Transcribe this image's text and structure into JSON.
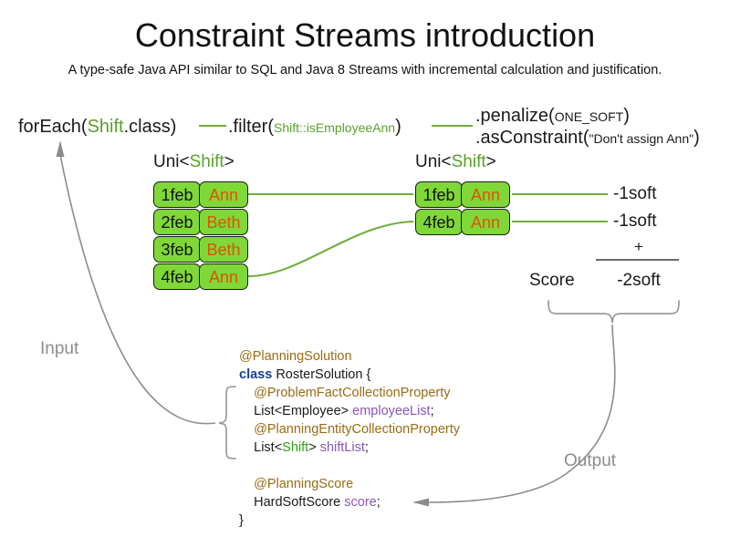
{
  "header": {
    "title": "Constraint Streams introduction",
    "subtitle": "A type-safe Java API similar to SQL and Java 8 Streams with incremental calculation and justification."
  },
  "pipeline": {
    "foreach": {
      "prefix": "forEach(",
      "type": "Shift",
      "suffix": ".class)"
    },
    "filter": {
      "prefix": ".filter(",
      "type": "Shift",
      "method": "::isEmployeeAnn",
      "suffix": ")"
    },
    "penalize": {
      "prefix": ".penalize(",
      "arg": "ONE_SOFT",
      "suffix": ")"
    },
    "as_constraint": {
      "prefix": ".asConstraint(",
      "arg": "\"Don't assign Ann\"",
      "suffix": ")"
    }
  },
  "streams": {
    "left": {
      "caption_prefix": "Uni<",
      "caption_type": "Shift",
      "caption_suffix": ">",
      "cards": [
        {
          "date": "1feb",
          "employee": "Ann"
        },
        {
          "date": "2feb",
          "employee": "Beth"
        },
        {
          "date": "3feb",
          "employee": "Beth"
        },
        {
          "date": "4feb",
          "employee": "Ann"
        }
      ]
    },
    "right": {
      "caption_prefix": "Uni<",
      "caption_type": "Shift",
      "caption_suffix": ">",
      "cards": [
        {
          "date": "1feb",
          "employee": "Ann",
          "penalty": "-1soft"
        },
        {
          "date": "4feb",
          "employee": "Ann",
          "penalty": "-1soft"
        }
      ]
    }
  },
  "score": {
    "label": "Score",
    "operator": "+",
    "total": "-2soft"
  },
  "code": {
    "lines": [
      {
        "indent": 1,
        "parts": [
          {
            "t": "@PlanningSolution",
            "c": "ann"
          }
        ]
      },
      {
        "indent": 1,
        "parts": [
          {
            "t": "class",
            "c": "kw"
          },
          {
            "t": " RosterSolution {",
            "c": ""
          }
        ]
      },
      {
        "indent": 2,
        "parts": [
          {
            "t": "@ProblemFactCollectionProperty",
            "c": "ann"
          }
        ]
      },
      {
        "indent": 2,
        "parts": [
          {
            "t": "List<Employee> ",
            "c": ""
          },
          {
            "t": "employeeList",
            "c": "fld"
          },
          {
            "t": ";",
            "c": ""
          }
        ]
      },
      {
        "indent": 2,
        "parts": [
          {
            "t": "@PlanningEntityCollectionProperty",
            "c": "ann"
          }
        ]
      },
      {
        "indent": 2,
        "parts": [
          {
            "t": "List<",
            "c": ""
          },
          {
            "t": "Shift",
            "c": "grn"
          },
          {
            "t": "> ",
            "c": ""
          },
          {
            "t": "shiftList",
            "c": "fld"
          },
          {
            "t": ";",
            "c": ""
          }
        ]
      },
      {
        "indent": 0,
        "parts": [
          {
            "t": " ",
            "c": ""
          }
        ]
      },
      {
        "indent": 2,
        "parts": [
          {
            "t": "@PlanningScore",
            "c": "ann"
          }
        ]
      },
      {
        "indent": 2,
        "parts": [
          {
            "t": "HardSoftScore ",
            "c": ""
          },
          {
            "t": "score",
            "c": "fld"
          },
          {
            "t": ";",
            "c": ""
          }
        ]
      },
      {
        "indent": 1,
        "parts": [
          {
            "t": "}",
            "c": ""
          }
        ]
      }
    ]
  },
  "io": {
    "input_label": "Input",
    "output_label": "Output"
  },
  "colors": {
    "card_fill": "#7fd837",
    "card_border": "#1a1a1a",
    "employee_text": "#e0520a",
    "type_green": "#5aa02c",
    "connector_green": "#6fae3d",
    "annotation": "#9a6b12",
    "keyword": "#1a3f8f",
    "field": "#8a56b8",
    "io_gray": "#8c8c8c"
  }
}
